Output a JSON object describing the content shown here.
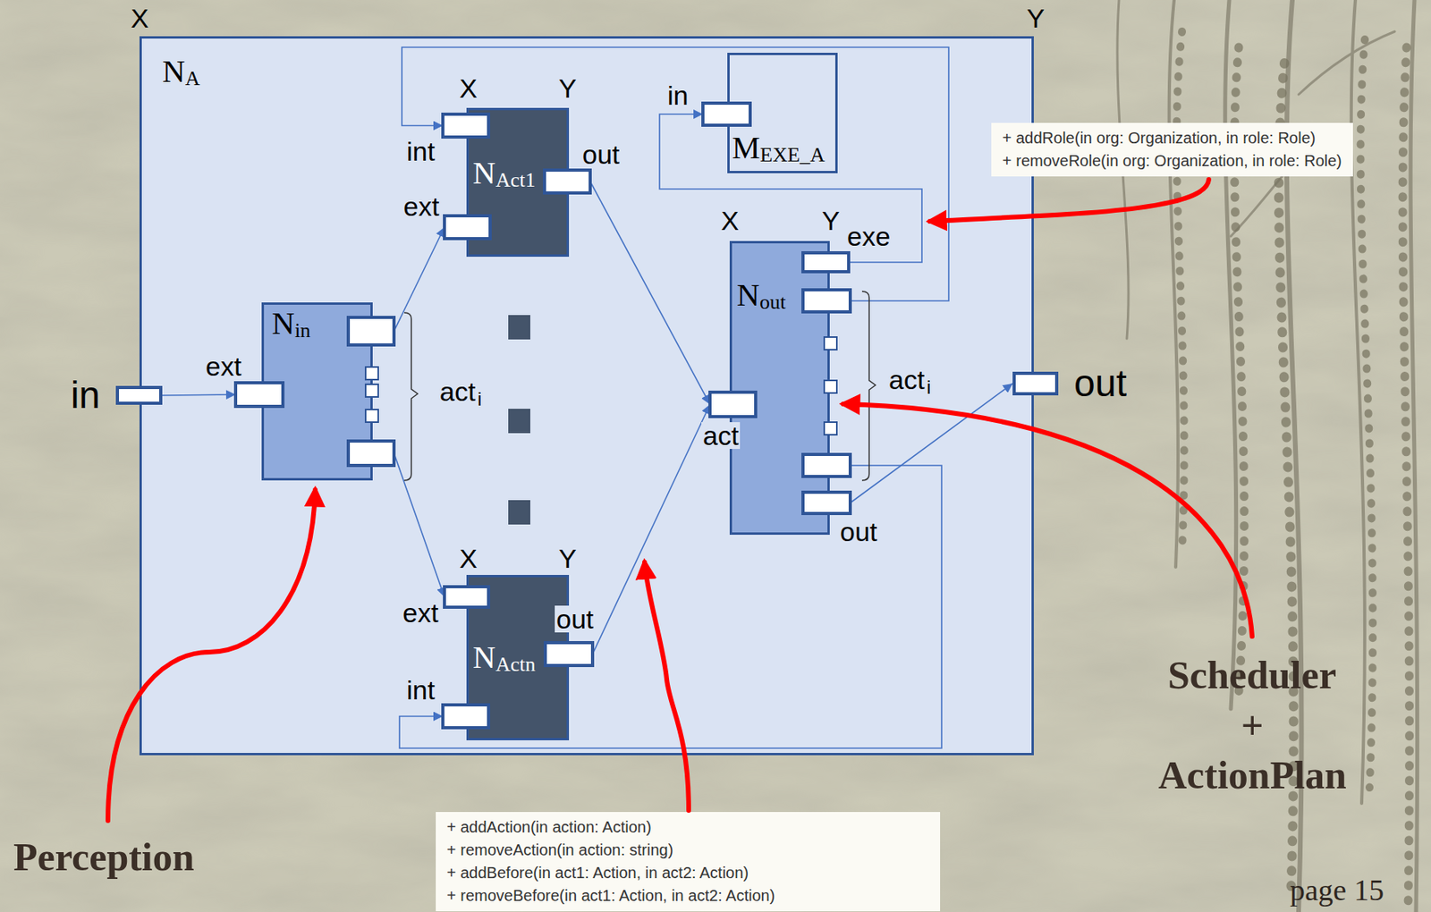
{
  "diagram": {
    "nodes": [
      {
        "text": [
          "N",
          "A"
        ]
      },
      {
        "text": [
          "in"
        ],
        "in": 0
      },
      {
        "text": [
          "N",
          "in"
        ],
        "in": 0
      },
      {
        "text": [
          "N",
          "Act1"
        ],
        "in": 0
      },
      {
        "text": [
          "M",
          "EXE_A"
        ],
        "in": 0
      },
      {
        "text": [
          "N",
          "out"
        ],
        "in": 0
      },
      {
        "text": [
          "N",
          "Actn"
        ],
        "in": 0
      },
      {
        "text": [
          "out"
        ],
        "in": 0
      },
      {
        "text": [
          "+ addRole(in org: Organization, in role: Role)",
          "+ removeRole(in org: Organization, in role: Role)"
        ]
      },
      {
        "text": [
          "+ addAction(in action: Action)",
          "+ removeAction(in action: string)",
          "+ addBefore(in act1: Action, in act2: Action)",
          "+ removeBefore(in act1: Action, in act2: Action)"
        ]
      }
    ],
    "edges": [
      {
        "from": 1,
        "to": 2,
        "arrow": "to"
      },
      {
        "from": 2,
        "to": 3,
        "arrow": "to"
      },
      {
        "from": 2,
        "to": 6,
        "arrow": "to"
      },
      {
        "from": 3,
        "to": 5,
        "arrow": "to"
      },
      {
        "from": 6,
        "to": 5,
        "arrow": "to"
      },
      {
        "from": 5,
        "to": 3,
        "arrow": "to"
      },
      {
        "from": 5,
        "to": 6,
        "arrow": "to"
      },
      {
        "from": 5,
        "to": 4,
        "arrow": "to"
      },
      {
        "from": 5,
        "to": 7,
        "arrow": "to"
      }
    ],
    "labels": [
      "X",
      "Y",
      "ext",
      "act",
      "i",
      "X",
      "Y",
      "int",
      "ext",
      "out",
      "in",
      "X",
      "Y",
      "exe",
      "act",
      "i",
      "act",
      "out",
      "X",
      "Y",
      "ext",
      "out",
      "int",
      "Perception",
      "Scheduler",
      "+",
      "ActionPlan",
      "page 15"
    ]
  }
}
